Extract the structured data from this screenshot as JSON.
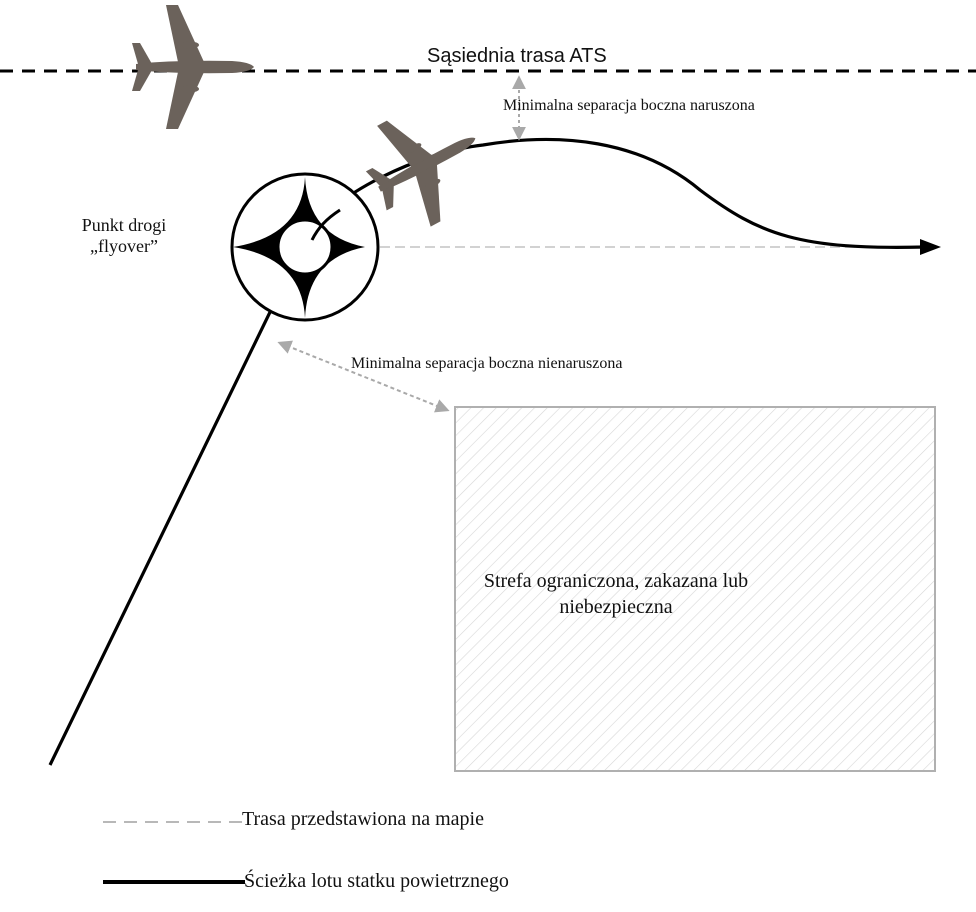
{
  "labels": {
    "adjacent_route": "Sąsiednia trasa ATS",
    "violated": "Minimalna separacja boczna naruszona",
    "not_violated": "Minimalna separacja boczna nienaruszona",
    "waypoint_line1": "Punkt drogi",
    "waypoint_line2": "„flyover”",
    "restricted_line1": "Strefa ograniczona, zakazana lub",
    "restricted_line2": "niebezpieczna"
  },
  "legend": {
    "charted_route": "Trasa przedstawiona na mapie",
    "flight_path": "Ścieżka lotu statku powietrznego"
  },
  "colors": {
    "path": "#000000",
    "charted_route": "#b8b8b8",
    "separation_arrow": "#a9a9a9",
    "restricted_border": "#b0b0b0",
    "hatch": "#d7d7d7",
    "aircraft": "#6b625b"
  },
  "icons": {
    "aircraft": "airplane-icon",
    "waypoint": "flyover-waypoint-icon"
  }
}
